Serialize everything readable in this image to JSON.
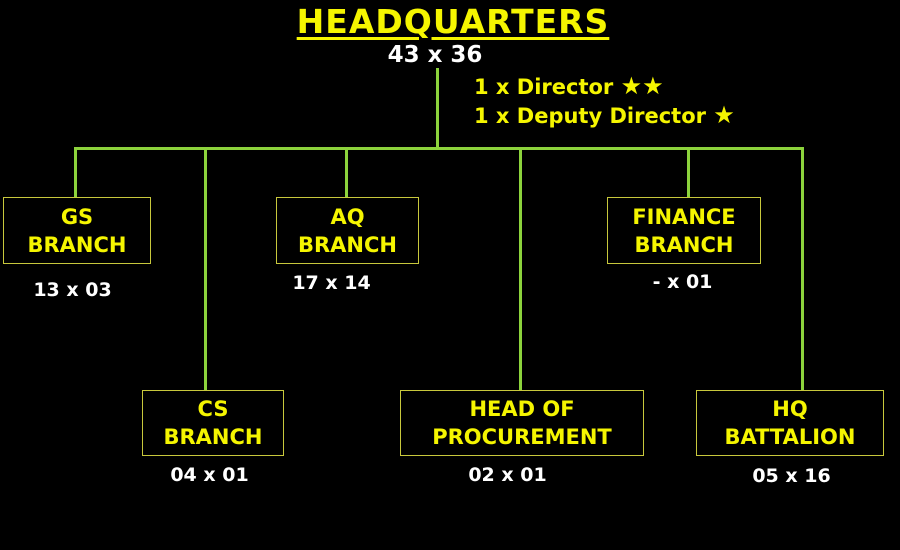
{
  "headquarters": {
    "title": "HEADQUARTERS",
    "count": "43 x 36"
  },
  "ranks": [
    {
      "label": "1 x Director",
      "stars": "★★"
    },
    {
      "label": "1 x Deputy Director",
      "stars": "★"
    }
  ],
  "branches": [
    {
      "line1": "GS",
      "line2": "BRANCH",
      "count": "13 x 03"
    },
    {
      "line1": "CS",
      "line2": "BRANCH",
      "count": "04 x 01"
    },
    {
      "line1": "AQ",
      "line2": "BRANCH",
      "count": "17 x 14"
    },
    {
      "line1": "HEAD OF",
      "line2": "PROCUREMENT",
      "count": "02 x 01"
    },
    {
      "line1": "FINANCE",
      "line2": "BRANCH",
      "count": "- x 01"
    },
    {
      "line1": "HQ",
      "line2": "BATTALION",
      "count": "05 x 16"
    }
  ],
  "colors": {
    "text": "#f5f500",
    "line": "#8cd33c",
    "border": "#c8c83c",
    "count": "#ffffff"
  }
}
